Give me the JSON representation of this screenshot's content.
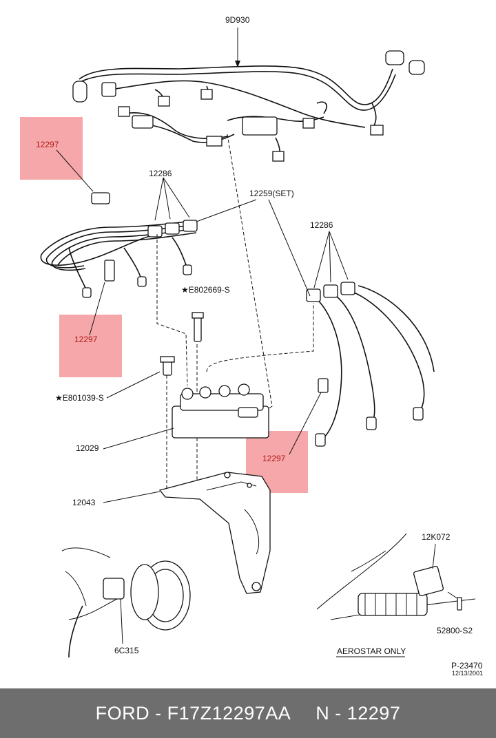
{
  "diagram": {
    "labels": {
      "harness": "9D930",
      "connector_a": "12297",
      "connector_b": "12297",
      "connector_c": "12297",
      "boots_left": "12286",
      "boots_right": "12286",
      "wire_set": "12259(SET)",
      "screw_top": "★E802669-S",
      "bolt": "★E801039-S",
      "coil": "12029",
      "bracket": "12043",
      "sensor": "6C315",
      "module": "12K072",
      "screw_module": "52800-S2",
      "aerostar": "AEROSTAR ONLY",
      "sheet": "P-23470",
      "date": "12/13/2001"
    },
    "colors": {
      "highlight": "#f4989a",
      "label_red": "#b01818",
      "footer_bg": "#6e6e6e"
    }
  },
  "footer": {
    "brand_part": "FORD - F17Z12297AA",
    "number": "N - 12297"
  }
}
